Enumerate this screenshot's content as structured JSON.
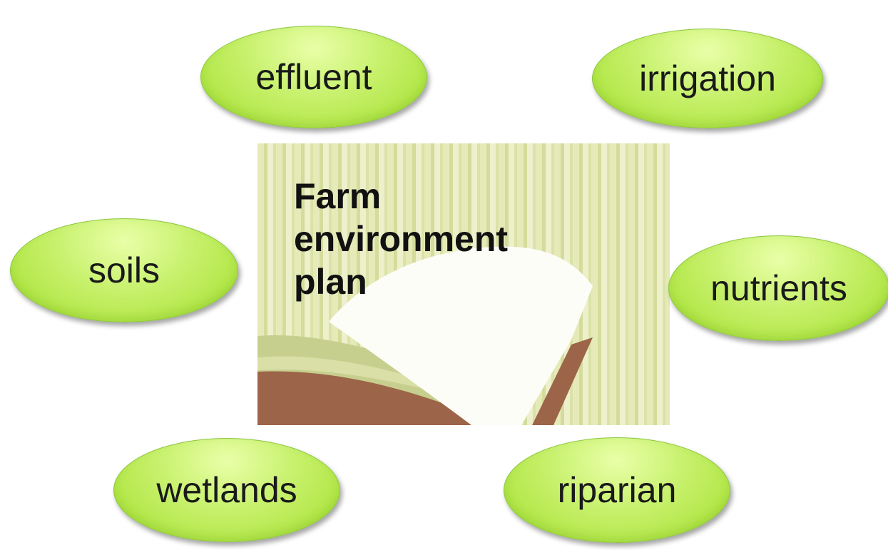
{
  "center": {
    "title_line1": "Farm",
    "title_line2": "environment",
    "title_line3": "plan",
    "image_icon": "open-book-icon"
  },
  "bubbles": {
    "effluent": "effluent",
    "irrigation": "irrigation",
    "soils": "soils",
    "nutrients": "nutrients",
    "wetlands": "wetlands",
    "riparian": "riparian"
  },
  "colors": {
    "bubble_fill": "#c6f06a",
    "bubble_border": "#8cc63f",
    "background_stripes": "#e6eab8",
    "book_brown": "#9c6448",
    "book_olive": "#c3cc8a"
  }
}
